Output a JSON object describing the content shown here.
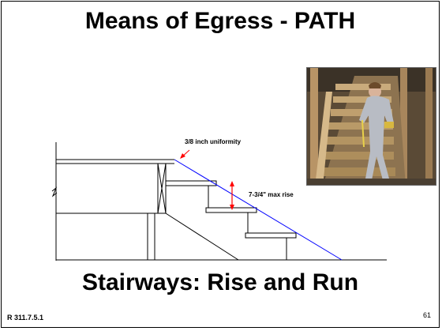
{
  "slide": {
    "title": "Means of Egress - PATH",
    "subtitle": "Stairways: Rise and Run",
    "code_reference": "R 311.7.5.1",
    "page_number": "61"
  },
  "diagram": {
    "uniformity_label": "3/8 inch uniformity",
    "max_rise_label": "7-3/4\" max rise",
    "nosing_line_color": "#0000ff",
    "dimension_color": "#ff0000"
  },
  "photo": {
    "subject": "worker measuring wooden stair treads with a tape measure"
  }
}
